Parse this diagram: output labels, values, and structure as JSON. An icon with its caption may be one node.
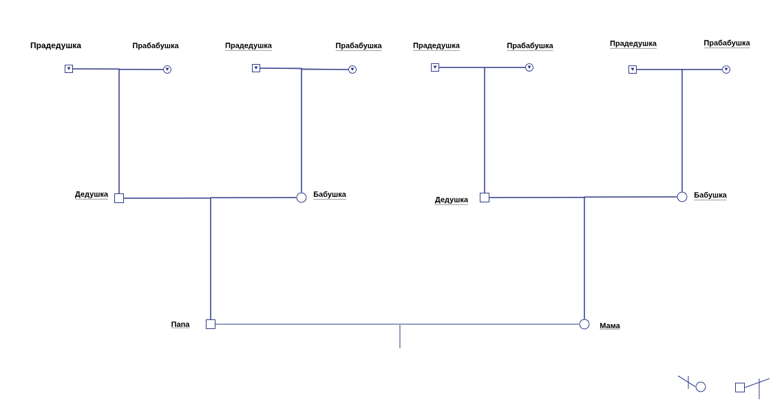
{
  "diagram": {
    "nodes": [
      {
        "text": [
          "Прадедушка"
        ]
      },
      {
        "text": [
          "Прабабушка"
        ]
      },
      {
        "text": [
          "Прадедушка"
        ]
      },
      {
        "text": [
          "Прабабушка"
        ]
      },
      {
        "text": [
          "Прадедушка"
        ]
      },
      {
        "text": [
          "Прабабушка"
        ]
      },
      {
        "text": [
          "Прадедушка"
        ]
      },
      {
        "text": [
          "Прабабушка"
        ]
      },
      {
        "text": [
          "Дедушка"
        ]
      },
      {
        "text": [
          "Бабушка"
        ]
      },
      {
        "text": [
          "Дедушка"
        ]
      },
      {
        "text": [
          "Бабушка"
        ]
      },
      {
        "text": [
          "Папа"
        ]
      },
      {
        "text": [
          "Мама"
        ]
      },
      {
        "text": [],
        "shape": "circle"
      },
      {
        "text": [],
        "shape": "box"
      }
    ],
    "edges": [
      {
        "from": 0,
        "to": 1,
        "arrow": "none"
      },
      {
        "from": 2,
        "to": 3,
        "arrow": "none"
      },
      {
        "from": 4,
        "to": 5,
        "arrow": "none"
      },
      {
        "from": 6,
        "to": 7,
        "arrow": "none"
      },
      {
        "from": 0,
        "to": 8,
        "arrow": "none"
      },
      {
        "from": 1,
        "to": 8,
        "arrow": "none"
      },
      {
        "from": 2,
        "to": 9,
        "arrow": "none"
      },
      {
        "from": 3,
        "to": 9,
        "arrow": "none"
      },
      {
        "from": 4,
        "to": 10,
        "arrow": "none"
      },
      {
        "from": 5,
        "to": 10,
        "arrow": "none"
      },
      {
        "from": 6,
        "to": 11,
        "arrow": "none"
      },
      {
        "from": 7,
        "to": 11,
        "arrow": "none"
      },
      {
        "from": 8,
        "to": 9,
        "arrow": "none"
      },
      {
        "from": 10,
        "to": 11,
        "arrow": "none"
      },
      {
        "from": 8,
        "to": 12,
        "arrow": "none"
      },
      {
        "from": 9,
        "to": 12,
        "arrow": "none"
      },
      {
        "from": 10,
        "to": 13,
        "arrow": "none"
      },
      {
        "from": 11,
        "to": 13,
        "arrow": "none"
      },
      {
        "from": 12,
        "to": 13,
        "arrow": "none"
      }
    ]
  }
}
